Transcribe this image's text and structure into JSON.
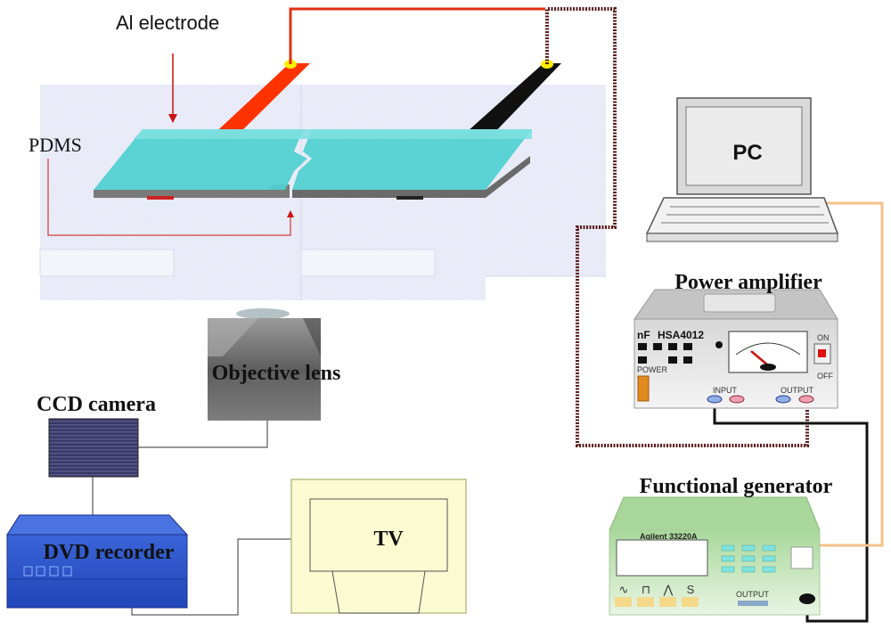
{
  "labels": {
    "al_electrode": "Al electrode",
    "pdms": "PDMS",
    "pc": "PC",
    "power_amplifier": "Power amplifier",
    "amp_brand": "nF",
    "amp_model": "HSA4012",
    "amp_power": "POWER",
    "amp_on": "ON",
    "amp_off": "OFF",
    "amp_input": "INPUT",
    "amp_output": "OUTPUT",
    "objective_lens": "Objective lens",
    "ccd_camera": "CCD camera",
    "dvd_recorder": "DVD recorder",
    "tv": "TV",
    "functional_generator": "Functional generator",
    "gen_model": "Agilent 33220A",
    "gen_output": "OUTPUT",
    "gen_waveforms": [
      "∿",
      "⊓",
      "⋀",
      "S"
    ]
  },
  "colors": {
    "electrode_red": "#ff3300",
    "electrode_black": "#111111",
    "pdms_fill": "#4ecfd0",
    "wire_red": "#e03010",
    "wire_dark": "#5a1a1a",
    "wire_orange": "#f5c28a",
    "background_grid": "#e6e8f6"
  }
}
